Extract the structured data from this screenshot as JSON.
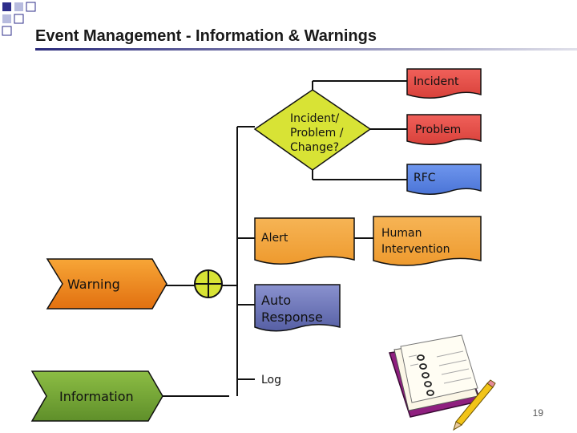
{
  "title": "Event Management - Information & Warnings",
  "page_number": "19",
  "nodes": {
    "incident": "Incident",
    "decision": [
      "Incident/",
      "Problem /",
      "Change?"
    ],
    "problem": "Problem",
    "rfc": "RFC",
    "alert": "Alert",
    "human_intervention": [
      "Human",
      "Intervention"
    ],
    "warning": "Warning",
    "auto_response": [
      "Auto",
      "Response"
    ],
    "log": "Log",
    "information": "Information"
  },
  "colors": {
    "incident": "#e8524a",
    "decision": "#d8e335",
    "problem": "#e8524a",
    "rfc": "#5b86e5",
    "alert": "#f2a13a",
    "human_intervention": "#f2a13a",
    "warning": "#f08a1c",
    "auto_response": "#6d76b7",
    "information": "#79a83a",
    "title_rule": "#2a2a7a"
  },
  "icons": [
    "corner-squares-icon",
    "junction-circle-icon",
    "notebook-pencil-icon"
  ]
}
